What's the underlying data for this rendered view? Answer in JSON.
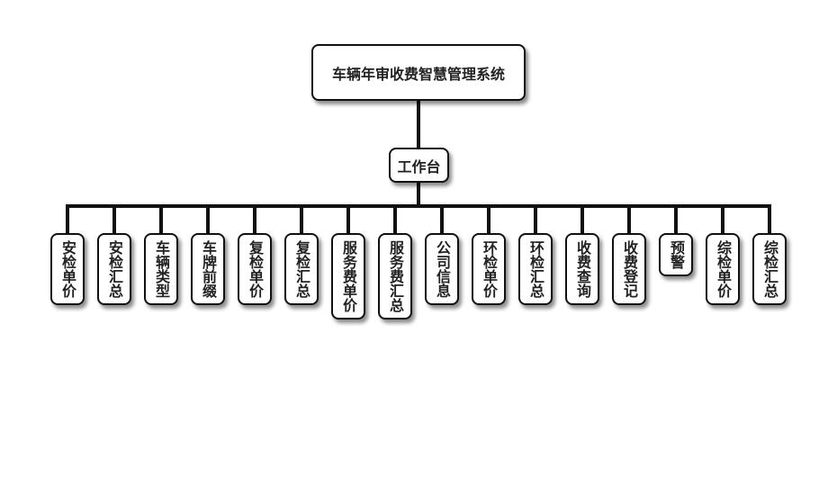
{
  "root": {
    "label": "车辆年审收费智慧管理系统"
  },
  "workbench": {
    "label": "工作台"
  },
  "children": [
    {
      "label": "安检单价"
    },
    {
      "label": "安检汇总"
    },
    {
      "label": "车辆类型"
    },
    {
      "label": "车牌前缀"
    },
    {
      "label": "复检单价"
    },
    {
      "label": "复检汇总"
    },
    {
      "label": "服务费单价"
    },
    {
      "label": "服务费汇总"
    },
    {
      "label": "公司信息"
    },
    {
      "label": "环检单价"
    },
    {
      "label": "环检汇总"
    },
    {
      "label": "收费查询"
    },
    {
      "label": "收费登记"
    },
    {
      "label": "预警"
    },
    {
      "label": "综检单价"
    },
    {
      "label": "综检汇总"
    }
  ]
}
